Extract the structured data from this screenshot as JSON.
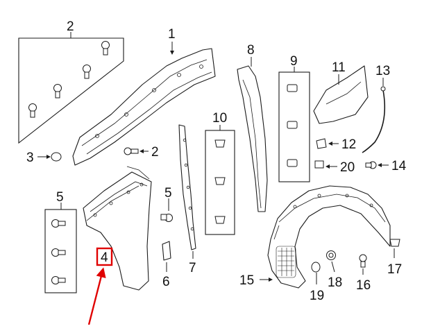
{
  "callouts": {
    "c1": "1",
    "c2a": "2",
    "c2b": "2",
    "c3": "3",
    "c4": "4",
    "c5a": "5",
    "c5b": "5",
    "c6": "6",
    "c7": "7",
    "c8": "8",
    "c9": "9",
    "c10": "10",
    "c11": "11",
    "c12": "12",
    "c13": "13",
    "c14": "14",
    "c15": "15",
    "c16": "16",
    "c17": "17",
    "c18": "18",
    "c19": "19",
    "c20": "20"
  },
  "colors": {
    "line": "#1a1a1a",
    "highlight": "#e00000",
    "background": "#ffffff"
  }
}
